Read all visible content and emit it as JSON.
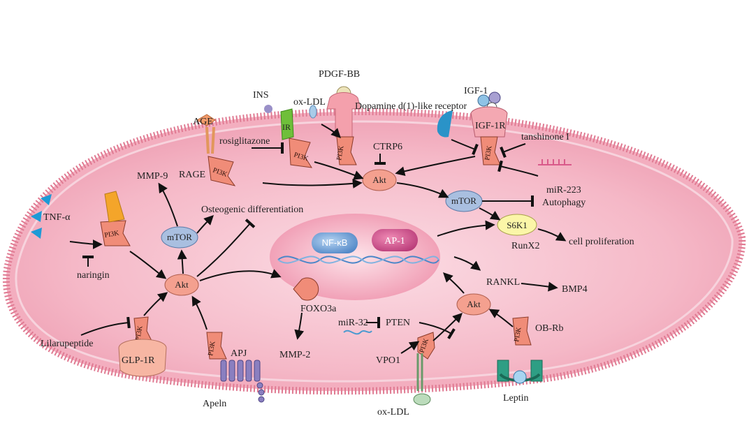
{
  "labels": {
    "pdgf": "PDGF-BB",
    "ins": "INS",
    "oxldl_top": "ox-LDL",
    "dopamine": "Dopamine d(1)-like receptor",
    "igf1": "IGF-1",
    "igf1r": "IGF-1R",
    "age": "AGE",
    "ir": "IR",
    "rosiglitazone": "rosiglitazone",
    "ctrp6": "CTRP6",
    "tanshinone": "tanshinone I",
    "mmp9": "MMP-9",
    "rage": "RAGE",
    "mir223": "miR-223",
    "autophagy": "Autophagy",
    "tnf": "TNF-α",
    "osteo": "Osteogenic differentiation",
    "s6k1": "S6K1",
    "runx2": "RunX2",
    "cell_prolif": "cell proliferation",
    "naringin": "naringin",
    "rankl": "RANKL",
    "bmp4": "BMP4",
    "foxo3a": "FOXO3a",
    "mir32": "miR-32",
    "pten": "PTEN",
    "lilarupeptide": "Lilarupeptide",
    "glp1r": "GLP-1R",
    "apj": "APJ",
    "mmp2": "MMP-2",
    "vpo1": "VPO1",
    "obrb": "OB-Rb",
    "apeln": "Apeln",
    "oxldl_bottom": "ox-LDL",
    "leptin": "Leptin",
    "nfkb": "NF-κB",
    "ap1": "AP-1",
    "akt": "Akt",
    "mtor": "mTOR",
    "pi3k": "PI3K"
  },
  "colors": {
    "cell_fill": "#f6c7d2",
    "membrane": "#e89aaa",
    "nucleus": "#f3a9bd",
    "akt": "#f4a08f",
    "mtor": "#a9bfe0",
    "pi3k": "#f08c78",
    "nfkb": "#6fa0d8",
    "ap1": "#d5508a",
    "s6k1": "#fbf6a8",
    "ir_green": "#6fbf3a",
    "tnf_blue": "#1e9ad6",
    "leptin_teal": "#2e9e84",
    "apj_purple": "#8a7fc0"
  }
}
